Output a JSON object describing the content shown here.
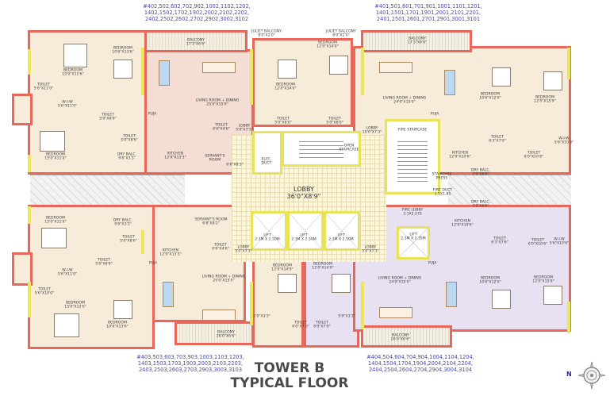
{
  "flat_numbers": {
    "top_left": [
      "#402,502,602,702,902,1002,1102,1202,",
      "1402,1502,1702,1902,2002,2102,2202,",
      "2402,2502,2602,2702,2902,3002,3102"
    ],
    "top_right": [
      "#401,501,601,701,901,1001,1101,1201,",
      "1401,1501,1701,1901,2001,2101,2201,",
      "2401,2501,2601,2701,2901,3001,3101"
    ],
    "bottom_left": [
      "#403,503,603,703,903,1003,1103,1203,",
      "1403,1503,1703,1903,2003,2103,2203,",
      "2403,2503,2603,2703,2903,3003,3103"
    ],
    "bottom_right": [
      "#404,504,604,704,904,1004,1104,1204,",
      "1404,1504,1704,1904,2004,2104,2204,",
      "2404,2504,2604,2704,2904,3004,3104"
    ]
  },
  "title": {
    "line1": "TOWER B",
    "line2": "TYPICAL FLOOR"
  },
  "compass": {
    "north_label": "N"
  },
  "colors": {
    "wall": "#e9665b",
    "window": "#ece65a",
    "flat_text": "#4b4ba6",
    "unit_402": "#f4ddd2",
    "unit_404": "#e8e1f1"
  },
  "rooms": [
    {
      "name": "BEDROOM",
      "size": "15'0\"X11'6\""
    },
    {
      "name": "BEDROOM",
      "size": "10'6\"X13'6\""
    },
    {
      "name": "TOILET",
      "size": "5'6\"X11'0\""
    },
    {
      "name": "W-I-W",
      "size": "5'6\"X11'0\""
    },
    {
      "name": "BEDROOM",
      "size": "15'0\"X11'0\""
    },
    {
      "name": "TOILET",
      "size": "5'0\"X8'6\""
    },
    {
      "name": "TOILET",
      "size": "5'0\"X8'6\""
    },
    {
      "name": "DRY BALC.",
      "size": "9'6\"X3'3\""
    },
    {
      "name": "PUJA",
      "size": ""
    },
    {
      "name": "LIVING ROOM + DINING",
      "size": "25'0\"X15'0\""
    },
    {
      "name": "BALCONY",
      "size": "17'3\"X6'6\""
    },
    {
      "name": "KITCHEN",
      "size": "12'9\"X13'3\""
    },
    {
      "name": "TOILET",
      "size": "6'6\"X4'6\""
    },
    {
      "name": "SERVANT'S",
      "size": "ROOM"
    },
    {
      "name": "",
      "size": "6'6\"X8'3\""
    },
    {
      "name": "LOBBY",
      "size": "5'0\"X7'3\""
    },
    {
      "name": "ELEC.",
      "size": "DUCT"
    },
    {
      "name": "BEDROOM",
      "size": "12'0\"X14'0\""
    },
    {
      "name": "BEDROOM",
      "size": "12'0\"X14'0\""
    },
    {
      "name": "JULIET BALCONY",
      "size": "8'0\"X2'0\""
    },
    {
      "name": "JULIET BALCONY",
      "size": "8'0\"X2'0\""
    },
    {
      "name": "TOILET",
      "size": "5'0\"X8'0\""
    },
    {
      "name": "TOILET",
      "size": "5'0\"X8'0\""
    },
    {
      "name": "OPEN",
      "size": "STAIRCASE"
    },
    {
      "name": "BALCONY",
      "size": "17'3\"X6'6\""
    },
    {
      "name": "LIVING ROOM + DINING",
      "size": "24'9\"X15'0\""
    },
    {
      "name": "BEDROOM",
      "size": "10'6\"X12'0\""
    },
    {
      "name": "BEDROOM",
      "size": "12'0\"X15'9\""
    },
    {
      "name": "PUJA",
      "size": ""
    },
    {
      "name": "LOBBY",
      "size": "10'0\"X7'3\""
    },
    {
      "name": "FIRE STAIRCASE",
      "size": ""
    },
    {
      "name": "KITCHEN",
      "size": "12'9\"X10'6\""
    },
    {
      "name": "TOILET",
      "size": "6'3\"X7'0\""
    },
    {
      "name": "TOILET",
      "size": "6'0\"X10'6\""
    },
    {
      "name": "W-I-W",
      "size": "5'6\"X10'6\""
    },
    {
      "name": "DRY BALC.",
      "size": "7'9\"X6'6\""
    },
    {
      "name": "STAIRCASE",
      "size": "PRESS"
    },
    {
      "name": "FIRE DUCT",
      "size": "1.5X1.85"
    },
    {
      "name": "DRY BALC.",
      "size": "7'9\"X6'6\""
    },
    {
      "name": "FIRE LOBBY",
      "size": "3.1X2.275"
    },
    {
      "name": "LIFT",
      "size": "2.3M X 2.35M"
    },
    {
      "name": "LOBBY",
      "size": "36'0\"X8'9\""
    },
    {
      "name": "LIFT",
      "size": "2.3M X 2.50M"
    },
    {
      "name": "LIFT",
      "size": "2.3M X 2.50M"
    },
    {
      "name": "LIFT",
      "size": "2.3M X 2.50M"
    },
    {
      "name": "BEDROOM",
      "size": "15'0\"X11'0\""
    },
    {
      "name": "DRY BALC.",
      "size": "9'6\"X3'3\""
    },
    {
      "name": "TOILET",
      "size": "5'0\"X8'6\""
    },
    {
      "name": "TOILET",
      "size": "5'0\"X8'6\""
    },
    {
      "name": "SERVANT'S ROOM",
      "size": "6'8\"X8'2\""
    },
    {
      "name": "KITCHEN",
      "size": "12'9\"X13'3\""
    },
    {
      "name": "TOILET",
      "size": "6'6\"X4'6\""
    },
    {
      "name": "PUJA",
      "size": ""
    },
    {
      "name": "W-I-W",
      "size": "5'6\"X11'0\""
    },
    {
      "name": "TOILET",
      "size": "5'6\"X10'0\""
    },
    {
      "name": "BEDROOM",
      "size": "15'0\"X12'0\""
    },
    {
      "name": "BEDROOM",
      "size": "10'6\"X13'6\""
    },
    {
      "name": "LIVING ROOM + DINING",
      "size": "25'0\"X15'0\""
    },
    {
      "name": "BALCONY",
      "size": "26'0\"X6'6\""
    },
    {
      "name": "LOBBY",
      "size": "5'0\"X7'3\""
    },
    {
      "name": "BEDROOM",
      "size": "12'0\"X14'9\""
    },
    {
      "name": "",
      "size": "5'9\"X3'3\""
    },
    {
      "name": "TOILET",
      "size": "6'0\"X7'0\""
    },
    {
      "name": "TOILET",
      "size": "6'0\"X7'0\""
    },
    {
      "name": "BEDROOM",
      "size": "12'0\"X14'9\""
    },
    {
      "name": "",
      "size": "5'9\"X3'3\""
    },
    {
      "name": "LOBBY",
      "size": "5'0\"X7'3\""
    },
    {
      "name": "KITCHEN",
      "size": "12'9\"X10'6\""
    },
    {
      "name": "TOILET",
      "size": "6'3\"X7'6\""
    },
    {
      "name": "TOILET",
      "size": "6'0\"X10'6\""
    },
    {
      "name": "W-I-W",
      "size": "5'6\"X10'6\""
    },
    {
      "name": "LIVING ROOM + DINING",
      "size": "24'9\"X15'0\""
    },
    {
      "name": "BEDROOM",
      "size": "10'6\"X12'0\""
    },
    {
      "name": "BEDROOM",
      "size": "12'0\"X15'9\""
    },
    {
      "name": "PUJA",
      "size": ""
    },
    {
      "name": "BALCONY",
      "size": "26'0\"X6'6\""
    }
  ]
}
